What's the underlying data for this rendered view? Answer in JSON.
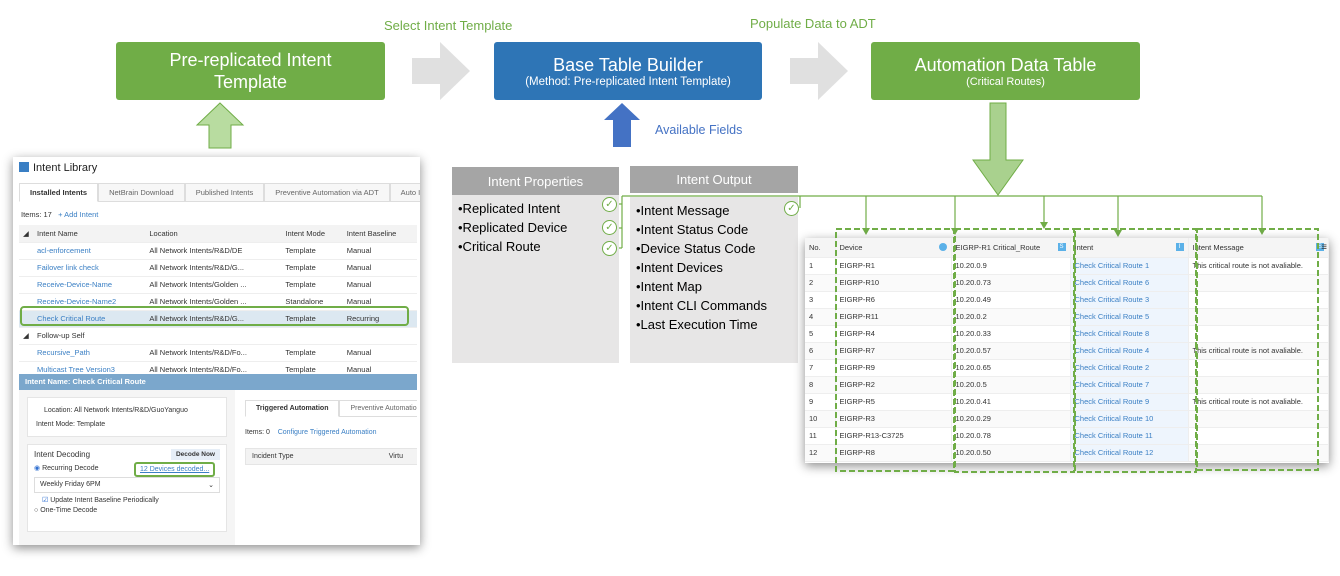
{
  "flow": {
    "step1_label": "Select Intent Template",
    "step2_label": "Populate Data to ADT",
    "box1": "Pre-replicated Intent Template",
    "box2_title": "Base Table Builder",
    "box2_sub": "(Method: Pre-replicated Intent Template)",
    "box3_title": "Automation Data Table",
    "box3_sub": "(Critical Routes)",
    "available_fields": "Available Fields",
    "colors": {
      "green": "#70ad47",
      "blue": "#2e75b6",
      "grey": "#a5a5a5"
    }
  },
  "intent_properties": {
    "title": "Intent Properties",
    "items": [
      "•Replicated Intent",
      "•Replicated Device",
      "•Critical Route"
    ]
  },
  "intent_output": {
    "title": "Intent Output",
    "items": [
      "•Intent Message",
      "•Intent Status Code",
      "•Device Status Code",
      "•Intent Devices",
      "•Intent Map",
      "•Intent CLI Commands",
      "•Last Execution Time"
    ]
  },
  "library": {
    "title": "Intent Library",
    "tabs": [
      "Installed Intents",
      "NetBrain Download",
      "Published Intents",
      "Preventive Automation via ADT",
      "Auto Intent"
    ],
    "items_count": "Items: 17",
    "add_intent": "+ Add Intent",
    "columns": [
      "Intent Name",
      "Location",
      "Intent Mode",
      "Intent Baseline"
    ],
    "rows": [
      [
        "acl-enforcement",
        "All Network Intents/R&D/DE",
        "Template",
        "Manual"
      ],
      [
        "Failover link check",
        "All Network Intents/R&D/G...",
        "Template",
        "Manual"
      ],
      [
        "Receive-Device-Name",
        "All Network Intents/Golden ...",
        "Template",
        "Manual"
      ],
      [
        "Receive-Device-Name2",
        "All Network Intents/Golden ...",
        "Standalone",
        "Manual"
      ],
      [
        "Check Critical Route",
        "All Network Intents/R&D/G...",
        "Template",
        "Recurring"
      ]
    ],
    "group": "Follow-up Self",
    "group_rows": [
      [
        "Recursive_Path",
        "All Network Intents/R&D/Fo...",
        "Template",
        "Manual"
      ],
      [
        "Multicast Tree Version3",
        "All Network Intents/R&D/Fo...",
        "Template",
        "Manual"
      ]
    ],
    "detail_title": "Intent Name: Check Critical Route",
    "location_label": "Location:",
    "location_value": "All Network Intents/R&D/GuoYanguo",
    "mode_label": "Intent Mode:",
    "mode_value": "Template",
    "decoding_title": "Intent Decoding",
    "decode_now": "Decode Now",
    "recurring": "Recurring Decode",
    "devices_decoded": "12 Devices decoded...",
    "schedule": "Weekly Friday 6PM",
    "update_baseline": "Update Intent Baseline Periodically",
    "one_time": "One-Time Decode",
    "right_tabs": [
      "Triggered Automation",
      "Preventive Automation"
    ],
    "right_items": "Items: 0",
    "configure": "Configure Triggered Automation",
    "right_columns": [
      "Incident Type",
      "Virtu"
    ]
  },
  "adt": {
    "columns": [
      "No.",
      "Device",
      "EIGRP-R1 Critical_Route",
      "Intent",
      "Intent Message"
    ],
    "rows": [
      [
        "1",
        "EIGRP-R1",
        "10.20.0.9",
        "Check Critical Route 1",
        "This critical route is not avaliable."
      ],
      [
        "2",
        "EIGRP-R10",
        "10.20.0.73",
        "Check Critical Route 6",
        ""
      ],
      [
        "3",
        "EIGRP-R6",
        "10.20.0.49",
        "Check Critical Route 3",
        ""
      ],
      [
        "4",
        "EIGRP-R11",
        "10.20.0.2",
        "Check Critical Route 5",
        ""
      ],
      [
        "5",
        "EIGRP-R4",
        "10.20.0.33",
        "Check Critical Route 8",
        ""
      ],
      [
        "6",
        "EIGRP-R7",
        "10.20.0.57",
        "Check Critical Route 4",
        "This critical route is not avaliable."
      ],
      [
        "7",
        "EIGRP-R9",
        "10.20.0.65",
        "Check Critical Route 2",
        ""
      ],
      [
        "8",
        "EIGRP-R2",
        "10.20.0.5",
        "Check Critical Route 7",
        ""
      ],
      [
        "9",
        "EIGRP-R5",
        "10.20.0.41",
        "Check Critical Route 9",
        "This critical route is not avaliable."
      ],
      [
        "10",
        "EIGRP-R3",
        "10.20.0.29",
        "Check Critical Route 10",
        ""
      ],
      [
        "11",
        "EIGRP-R13-C3725",
        "10.20.0.78",
        "Check Critical Route 11",
        ""
      ],
      [
        "12",
        "EIGRP-R8",
        "10.20.0.50",
        "Check Critical Route 12",
        ""
      ]
    ]
  }
}
